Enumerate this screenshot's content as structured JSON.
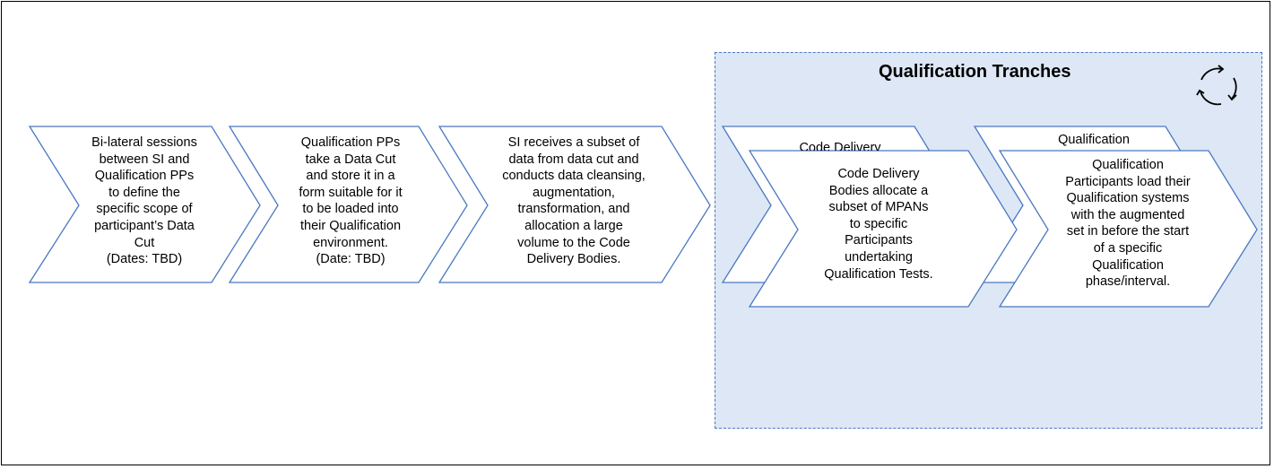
{
  "tranche": {
    "title": "Qualification Tranches",
    "icon": "cycle-arrows-icon"
  },
  "colors": {
    "chevron_stroke": "#4a78c0",
    "tranche_fill": "#dde7f5",
    "tranche_border": "#4a78c0"
  },
  "steps": [
    {
      "lines": [
        "Bi-lateral sessions",
        "between SI and",
        "Qualification PPs",
        "to define the",
        "specific scope of",
        "participant’s Data",
        "Cut",
        "(Dates: TBD)"
      ]
    },
    {
      "lines": [
        "Qualification PPs",
        "take a Data Cut",
        "and store it in a",
        "form suitable for it",
        "to be loaded into",
        "their Qualification",
        "environment.",
        "(Date: TBD)"
      ]
    },
    {
      "lines": [
        "SI receives a subset of",
        "data from data cut and",
        "conducts data cleansing,",
        "augmentation,",
        "transformation, and",
        "allocation a large",
        "volume to the Code",
        "Delivery Bodies."
      ]
    }
  ],
  "back_cards": [
    {
      "label": "Code Delivery"
    },
    {
      "label": "Qualification"
    }
  ],
  "front_cards": [
    {
      "lines": [
        "Code Delivery",
        "Bodies allocate a",
        "subset of MPANs",
        "to specific",
        "Participants",
        "undertaking",
        "Qualification Tests."
      ]
    },
    {
      "lines": [
        "Qualification",
        "Participants load their",
        "Qualification systems",
        "with the augmented",
        "set in before the start",
        "of a specific",
        "Qualification",
        "phase/interval."
      ]
    }
  ]
}
